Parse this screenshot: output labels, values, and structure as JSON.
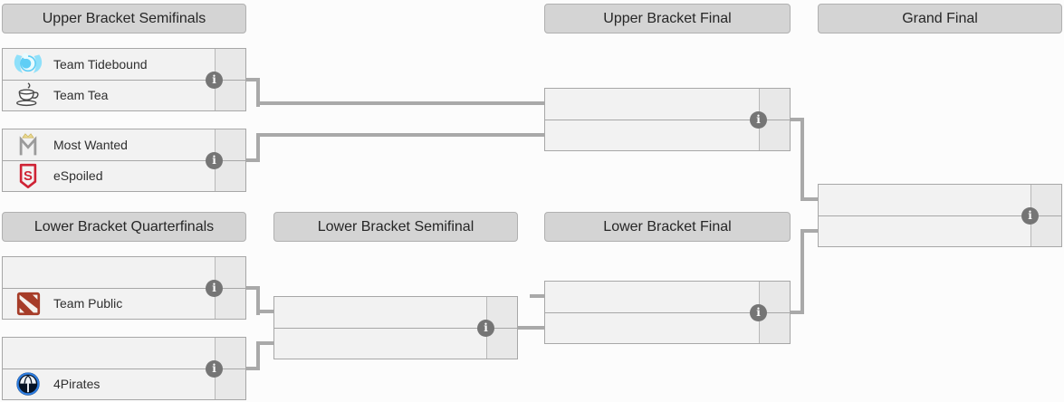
{
  "headers": {
    "ub_semifinals": "Upper Bracket Semifinals",
    "ub_final": "Upper Bracket Final",
    "grand_final": "Grand Final",
    "lb_quarterfinals": "Lower Bracket Quarterfinals",
    "lb_semifinal": "Lower Bracket Semifinal",
    "lb_final": "Lower Bracket Final"
  },
  "matches": {
    "ubsf1": {
      "slots": [
        {
          "team": "Team Tidebound",
          "icon": "tidebound-logo",
          "score": ""
        },
        {
          "team": "Team Tea",
          "icon": "tea-logo",
          "score": ""
        }
      ]
    },
    "ubsf2": {
      "slots": [
        {
          "team": "Most Wanted",
          "icon": "mostwanted-logo",
          "score": ""
        },
        {
          "team": "eSpoiled",
          "icon": "espoiled-logo",
          "score": ""
        }
      ]
    },
    "ubf": {
      "slots": [
        {
          "team": "",
          "score": ""
        },
        {
          "team": "",
          "score": ""
        }
      ]
    },
    "gf": {
      "slots": [
        {
          "team": "",
          "score": ""
        },
        {
          "team": "",
          "score": ""
        }
      ]
    },
    "lbqf1": {
      "slots": [
        {
          "team": "",
          "score": ""
        },
        {
          "team": "Team Public",
          "icon": "teampublic-logo",
          "score": ""
        }
      ]
    },
    "lbqf2": {
      "slots": [
        {
          "team": "",
          "score": ""
        },
        {
          "team": "4Pirates",
          "icon": "pirates-logo",
          "score": ""
        }
      ]
    },
    "lbsf": {
      "slots": [
        {
          "team": "",
          "score": ""
        },
        {
          "team": "",
          "score": ""
        }
      ]
    },
    "lbf": {
      "slots": [
        {
          "team": "",
          "score": ""
        },
        {
          "team": "",
          "score": ""
        }
      ]
    }
  },
  "ui": {
    "info_glyph": "i"
  },
  "colors": {
    "header_bg": "#d4d4d4",
    "row_bg": "#f2f2f2",
    "score_bg": "#e8e8e8",
    "box_border": "#a7a7a7",
    "connector": "#a9a9a9",
    "info_icon_bg": "#757575",
    "tidebound_cyan": "#7edcf8",
    "espoiled_red": "#cf2335",
    "teampublic_red": "#a63c28",
    "pirates_blue": "#2e7de0"
  }
}
